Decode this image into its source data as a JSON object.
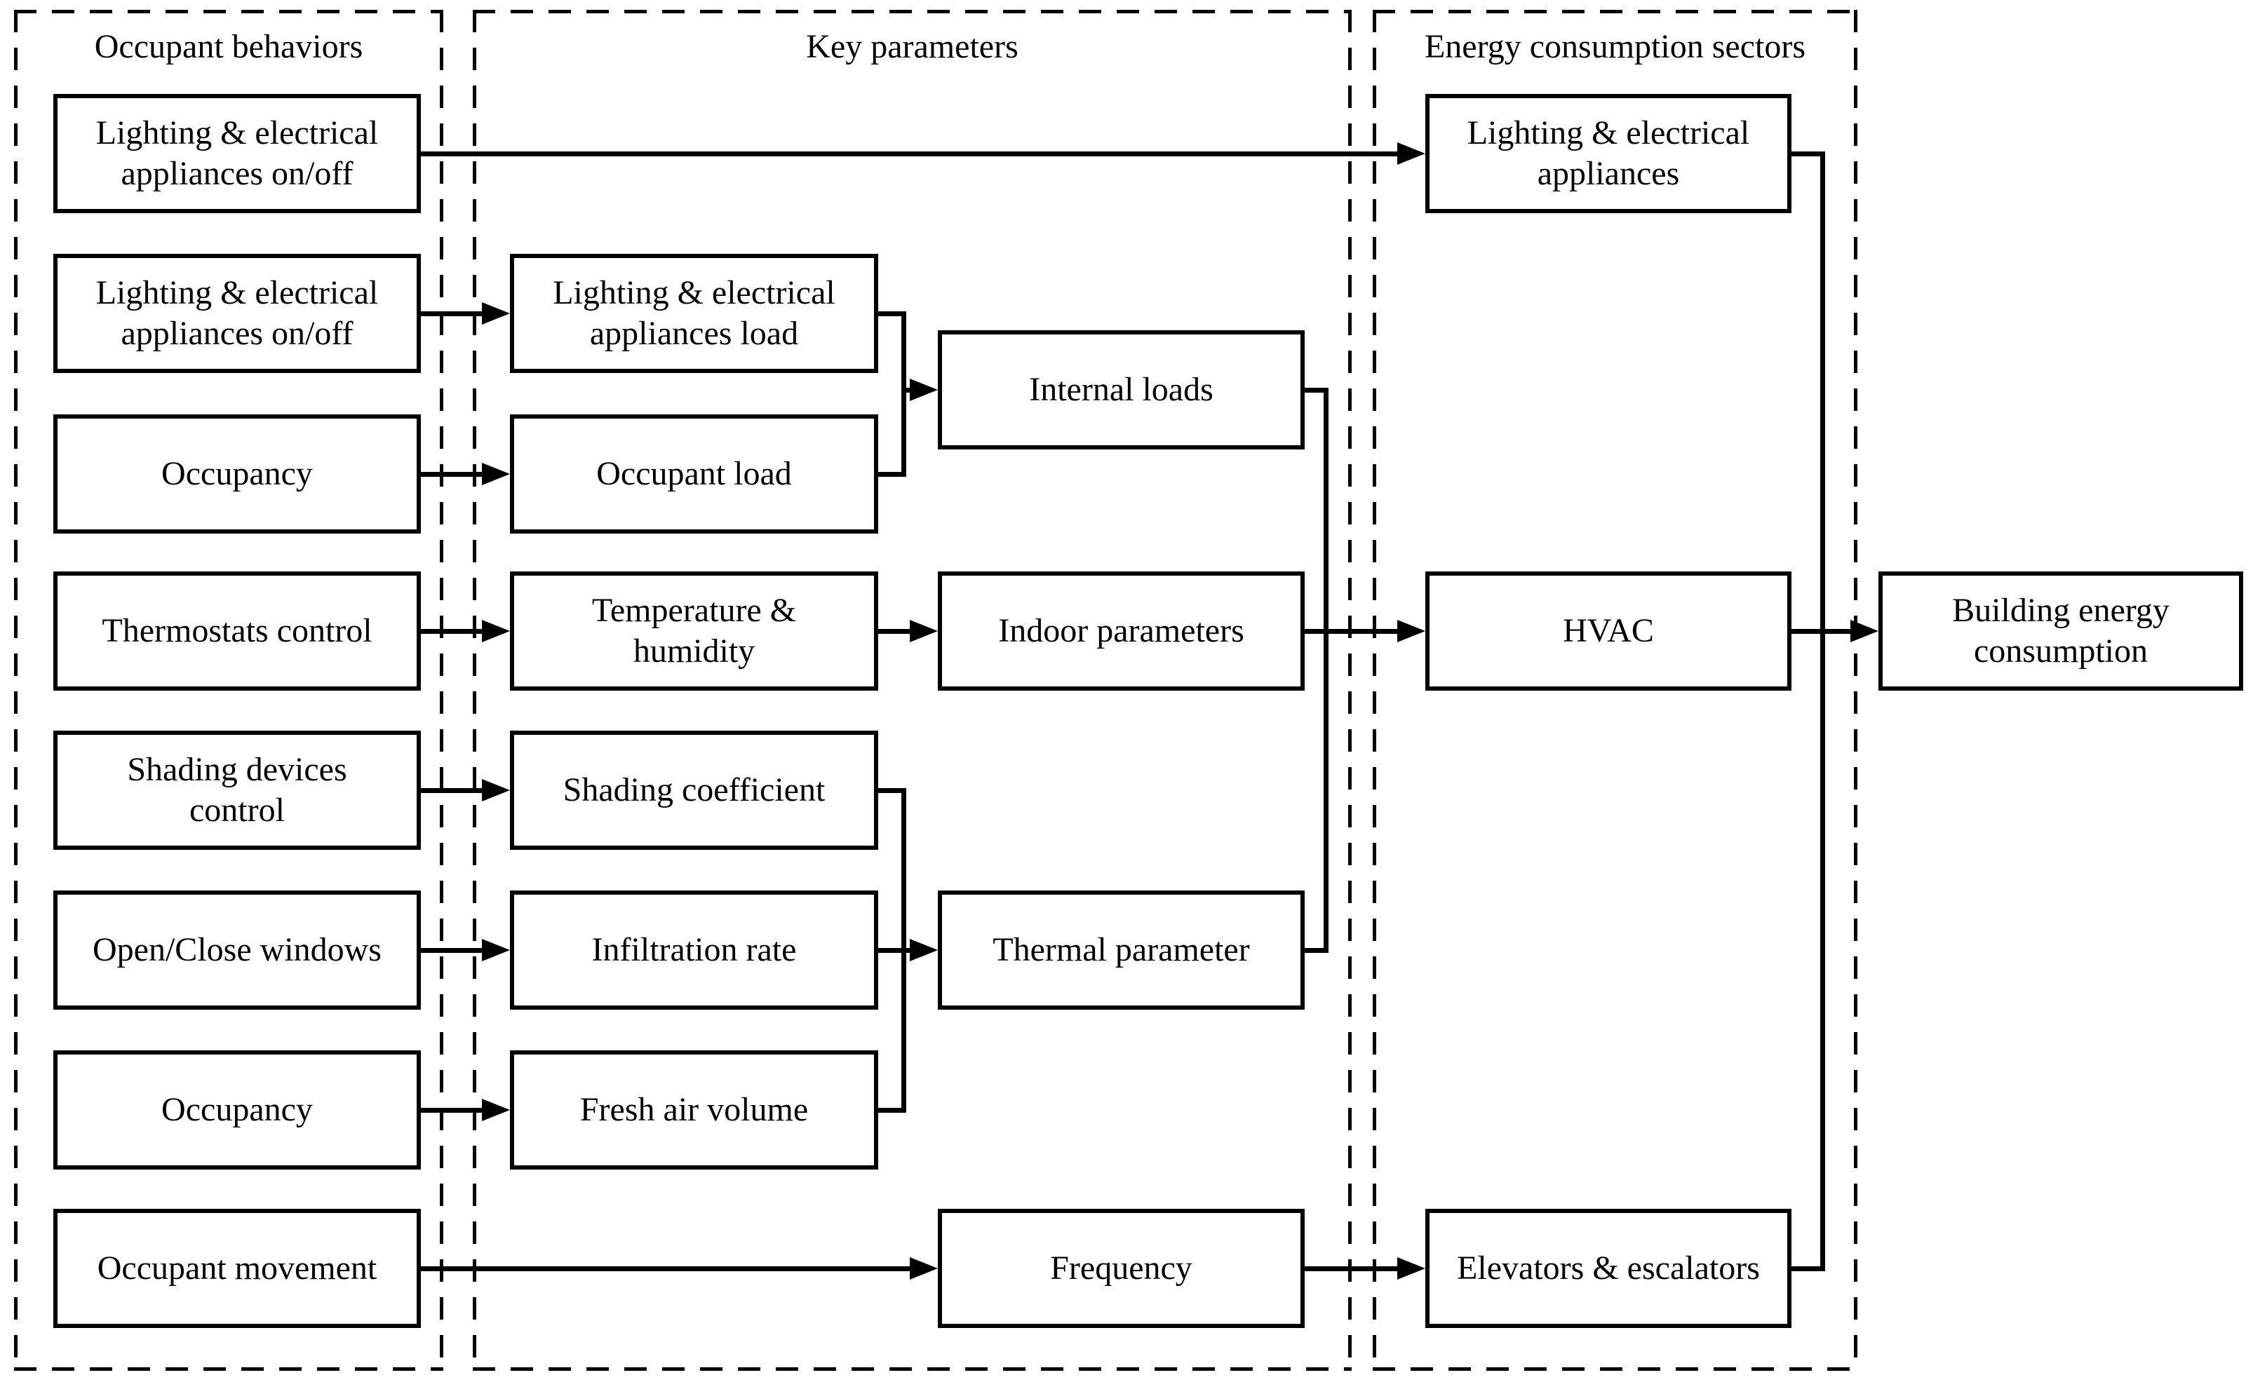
{
  "diagram": {
    "title_row": {
      "occupant_behaviors": "Occupant behaviors",
      "key_parameters": "Key parameters",
      "energy_sectors": "Energy consumption sectors"
    },
    "occupant_behaviors": {
      "boxes": [
        "Lighting & electrical\nappliances on/off",
        "Lighting & electrical\nappliances on/off",
        "Occupancy",
        "Thermostats control",
        "Shading devices\ncontrol",
        "Open/Close windows",
        "Occupancy",
        "Occupant movement"
      ]
    },
    "key_parameters": {
      "boxes": [
        "Lighting & electrical\nappliances load",
        "Occupant load",
        "Internal loads",
        "Temperature &\nhumidity",
        "Indoor parameters",
        "Shading coefficient",
        "Infiltration rate",
        "Thermal parameter",
        "Fresh air volume",
        "Frequency"
      ]
    },
    "energy_sectors": {
      "boxes": [
        "Lighting & electrical\nappliances",
        "HVAC",
        "Elevators & escalators"
      ]
    },
    "output_box": "Building energy\nconsumption",
    "colors": {
      "line": "#000000",
      "background": "#ffffff",
      "text": "#000000"
    }
  }
}
